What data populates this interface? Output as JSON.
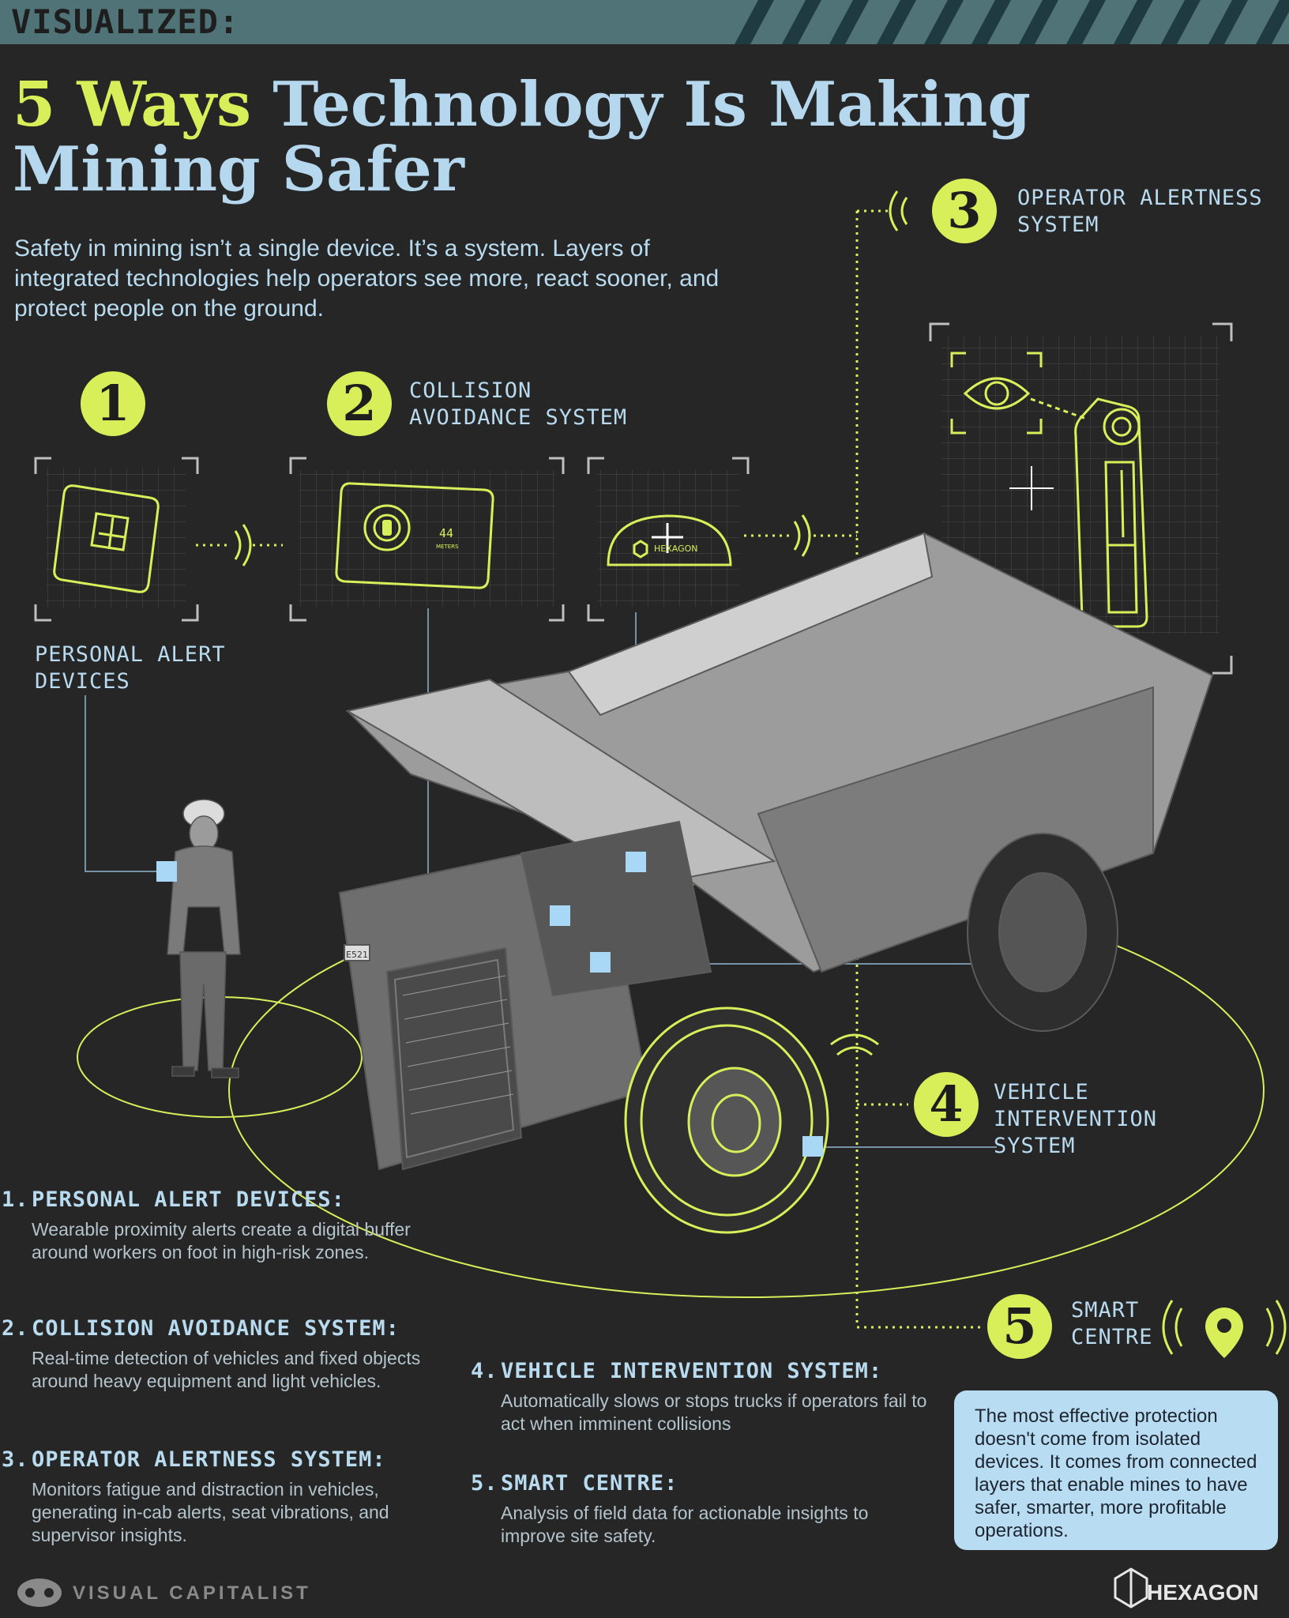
{
  "header": {
    "tag": "VISUALIZED:"
  },
  "title": {
    "part1": "5 Ways",
    "part2": "Technology Is Making",
    "line2": "Mining Safer"
  },
  "intro": "Safety in mining isn’t a single device. It’s a system. Layers of integrated technologies help operators see more, react sooner, and protect people on the ground.",
  "markers": {
    "m1": {
      "number": "1",
      "label_line1": "PERSONAL ALERT",
      "label_line2": "DEVICES"
    },
    "m2": {
      "number": "2",
      "label_line1": "COLLISION",
      "label_line2": "AVOIDANCE SYSTEM"
    },
    "m3": {
      "number": "3",
      "label_line1": "OPERATOR ALERTNESS",
      "label_line2": "SYSTEM"
    },
    "m4": {
      "number": "4",
      "label_line1": "VEHICLE",
      "label_line2": "INTERVENTION",
      "label_line3": "SYSTEM"
    },
    "m5": {
      "number": "5",
      "label_line1": "SMART",
      "label_line2": "CENTRE"
    }
  },
  "device": {
    "display_number": "44",
    "display_unit": "METERS",
    "hexagon_label": "HEXAGON"
  },
  "truck": {
    "plate": "E521"
  },
  "list": [
    {
      "num": "1.",
      "title": "PERSONAL ALERT DEVICES:",
      "desc": "Wearable proximity alerts create a digital buffer around workers on foot in high-risk zones."
    },
    {
      "num": "2.",
      "title": "COLLISION AVOIDANCE SYSTEM:",
      "desc": "Real-time detection of vehicles and fixed objects around heavy equipment and light vehicles."
    },
    {
      "num": "3.",
      "title": "OPERATOR ALERTNESS SYSTEM:",
      "desc": "Monitors fatigue and distraction in vehicles, generating in-cab alerts, seat vibrations, and supervisor insights."
    },
    {
      "num": "4.",
      "title": "VEHICLE INTERVENTION SYSTEM:",
      "desc": "Automatically slows or stops trucks if operators fail to act when imminent collisions"
    },
    {
      "num": "5.",
      "title": "SMART CENTRE:",
      "desc": "Analysis of field data for actionable insights to improve site safety."
    }
  ],
  "callout": "The most effective protection doesn't come from isolated devices. It comes from connected layers that enable mines to have safer, smarter, more profitable operations.",
  "footer": {
    "left_brand": "VISUAL CAPITALIST",
    "right_brand": "HEXAGON"
  },
  "colors": {
    "accent": "#d9ef5a",
    "label_blue": "#b8dbf0",
    "background": "#262626",
    "header_bar": "#4f7377"
  }
}
